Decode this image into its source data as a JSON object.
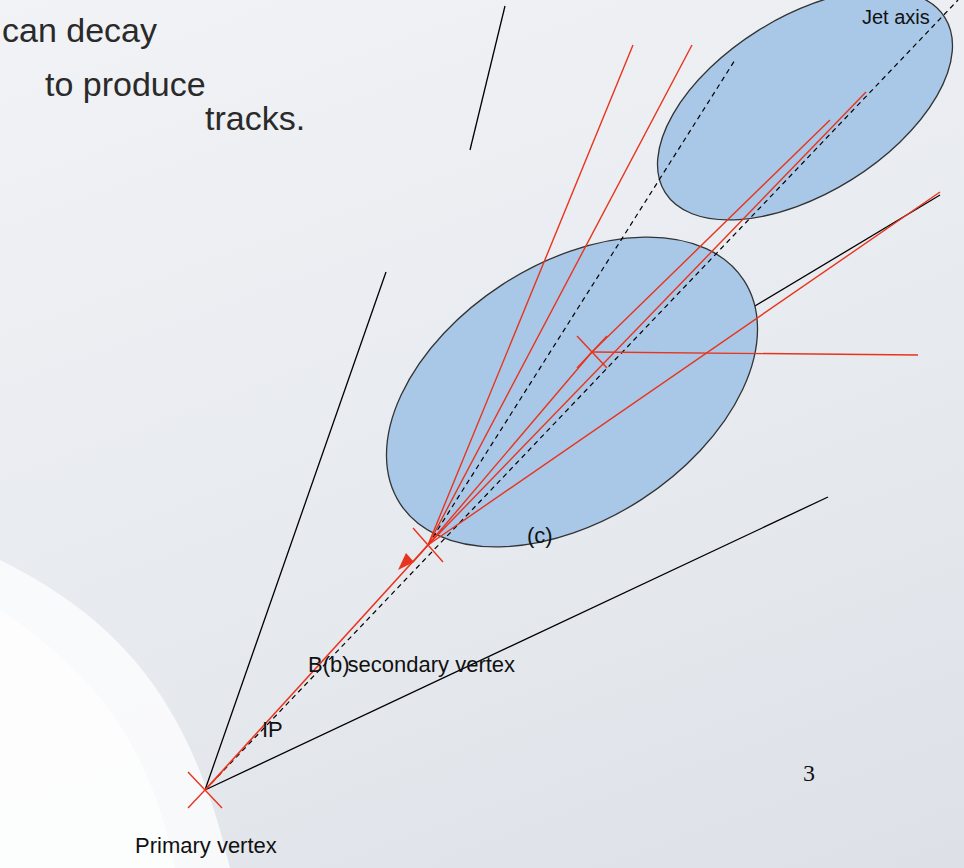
{
  "diagram": {
    "labels": [
      "can decay",
      "to produce",
      "tracks.",
      "Jet axis",
      "(c)",
      "B(b)",
      "secondary vertex",
      "IP",
      "Primary vertex",
      "3"
    ]
  }
}
